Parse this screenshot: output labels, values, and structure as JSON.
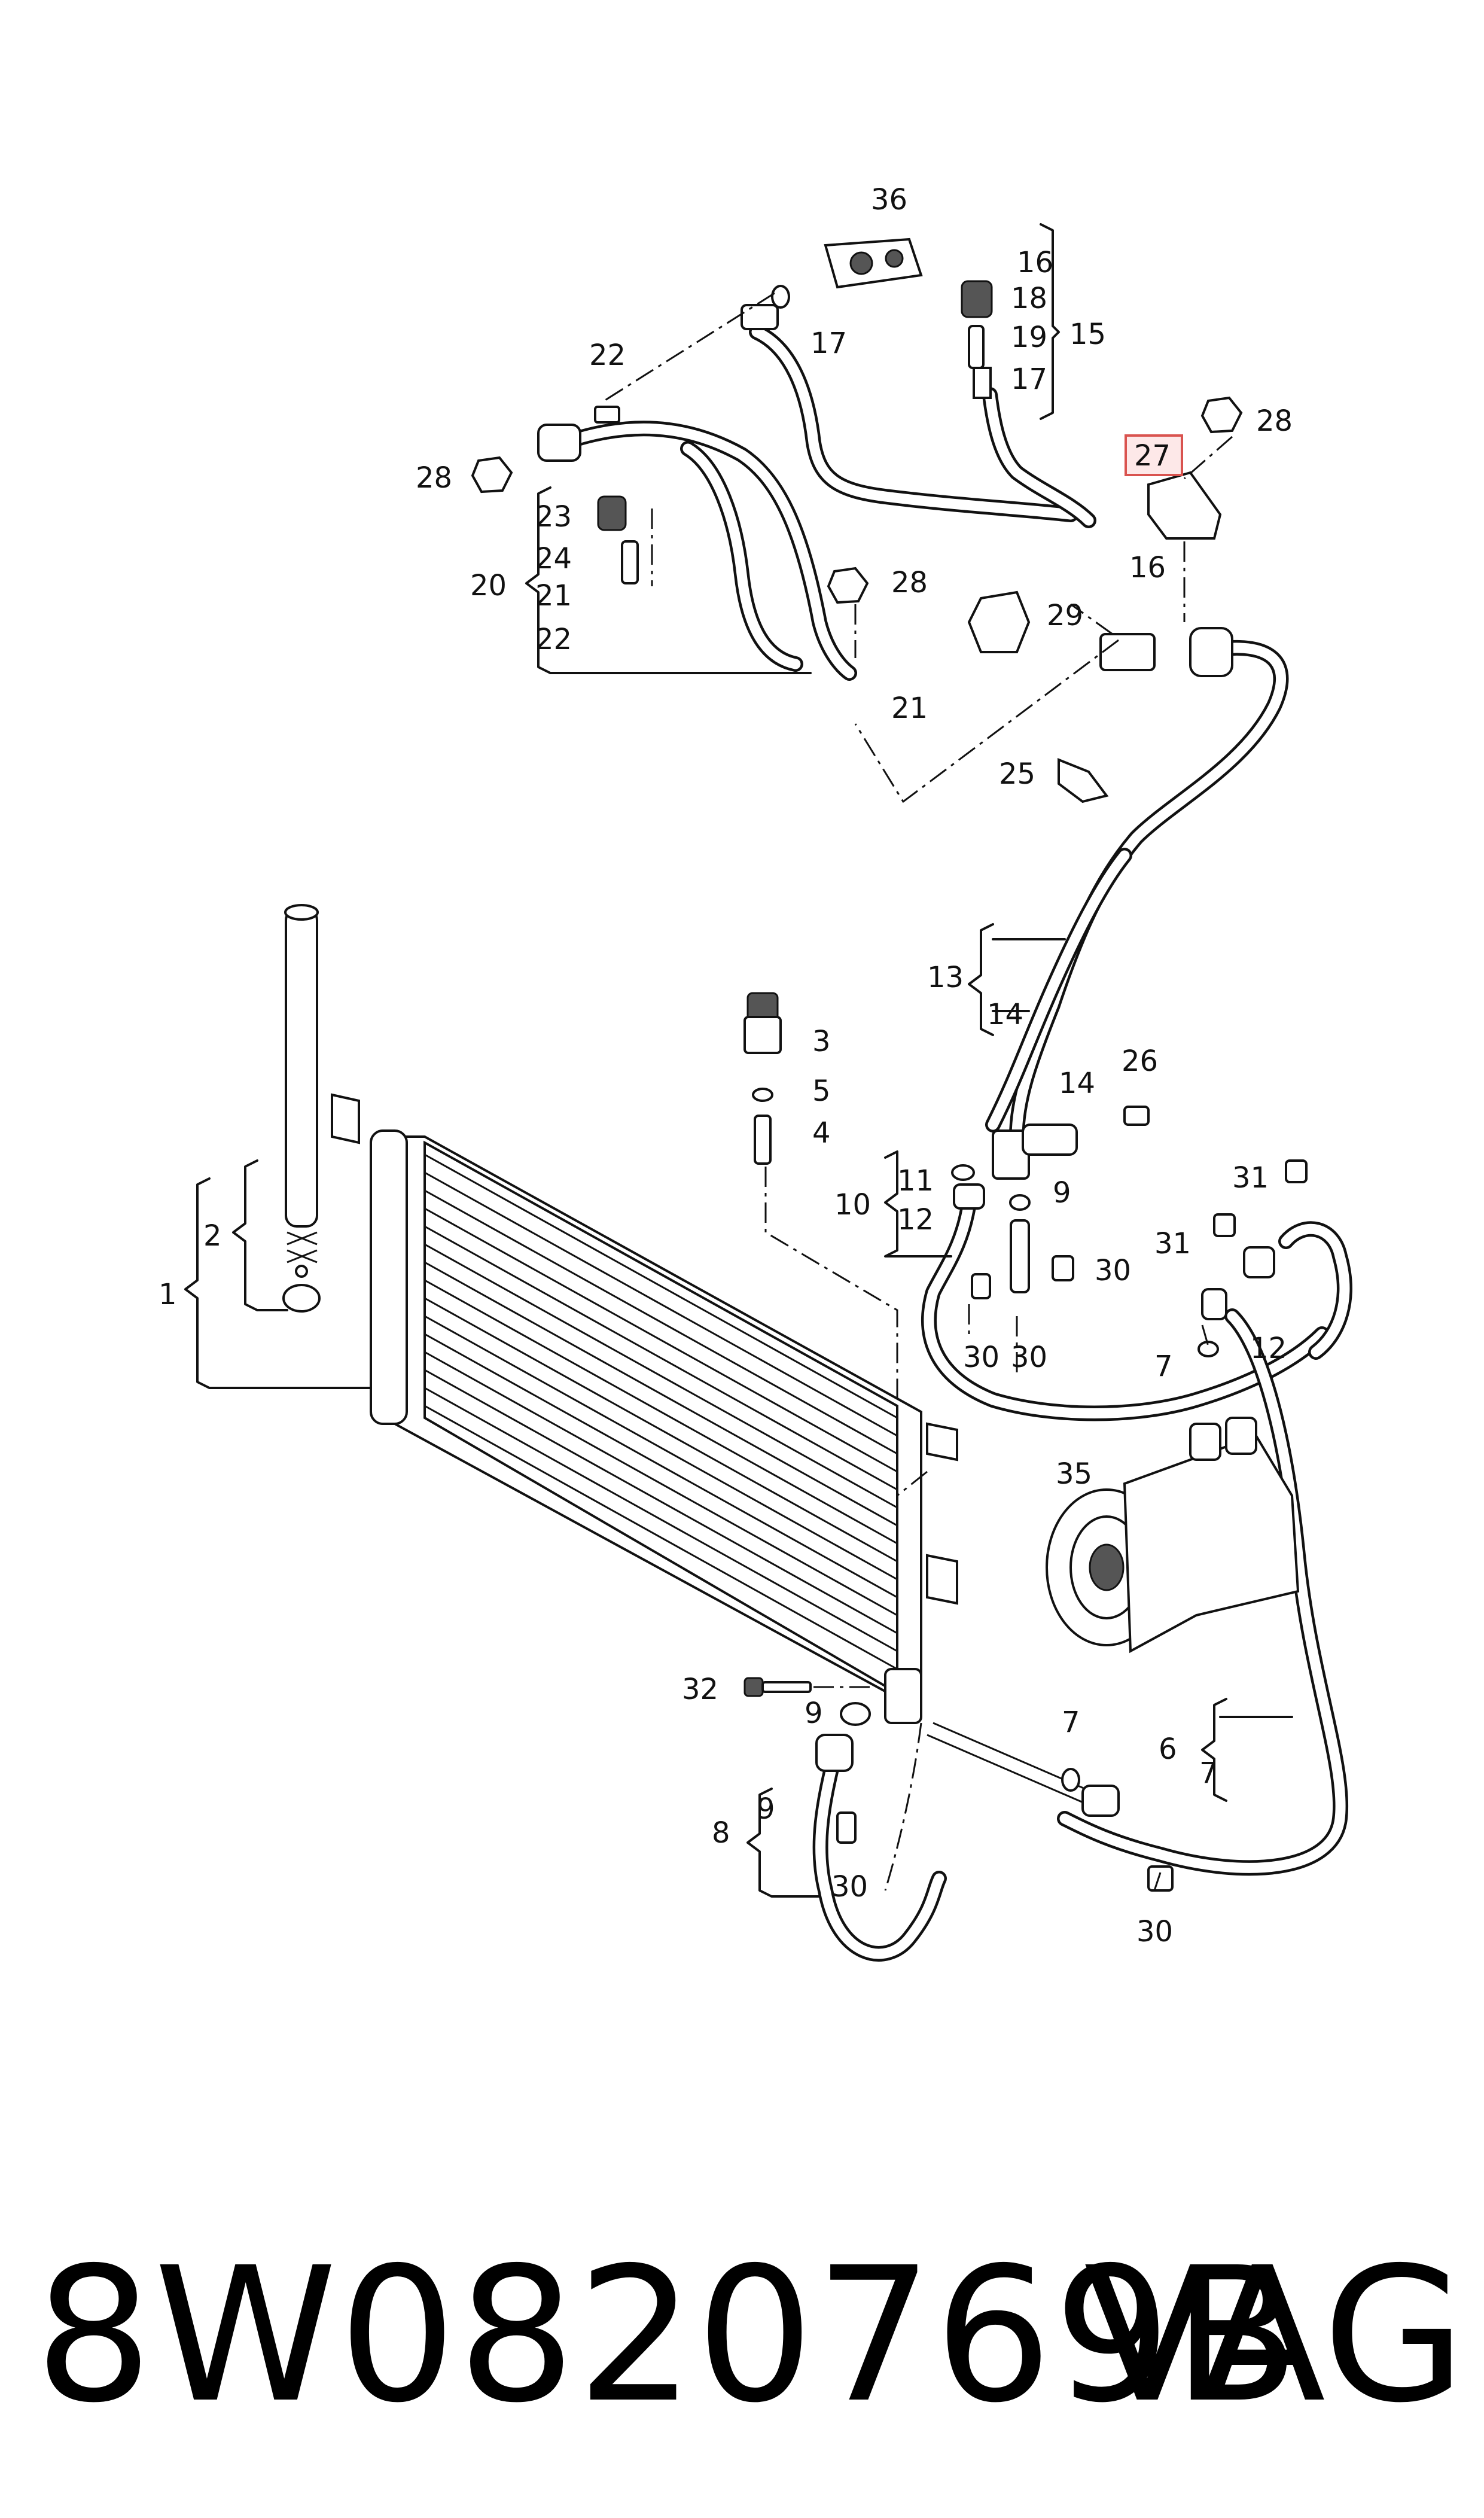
{
  "callouts": [
    {
      "id": "n36",
      "text": "36"
    },
    {
      "id": "n16a",
      "text": "16"
    },
    {
      "id": "n18",
      "text": "18"
    },
    {
      "id": "n15",
      "text": "15"
    },
    {
      "id": "n19",
      "text": "19"
    },
    {
      "id": "n17a",
      "text": "17"
    },
    {
      "id": "n17b",
      "text": "17"
    },
    {
      "id": "n22a",
      "text": "22"
    },
    {
      "id": "n28a",
      "text": "28"
    },
    {
      "id": "n27",
      "text": "27"
    },
    {
      "id": "n28b",
      "text": "28"
    },
    {
      "id": "n23",
      "text": "23"
    },
    {
      "id": "n24",
      "text": "24"
    },
    {
      "id": "n20",
      "text": "20"
    },
    {
      "id": "n21a",
      "text": "21"
    },
    {
      "id": "n22b",
      "text": "22"
    },
    {
      "id": "n28c",
      "text": "28"
    },
    {
      "id": "n16b",
      "text": "16"
    },
    {
      "id": "n29",
      "text": "29"
    },
    {
      "id": "n21b",
      "text": "21"
    },
    {
      "id": "n25",
      "text": "25"
    },
    {
      "id": "n13",
      "text": "13"
    },
    {
      "id": "n14a",
      "text": "14"
    },
    {
      "id": "n3",
      "text": "3"
    },
    {
      "id": "n5",
      "text": "5"
    },
    {
      "id": "n4",
      "text": "4"
    },
    {
      "id": "n14b",
      "text": "14"
    },
    {
      "id": "n26",
      "text": "26"
    },
    {
      "id": "n11",
      "text": "11"
    },
    {
      "id": "n9a",
      "text": "9"
    },
    {
      "id": "n10",
      "text": "10"
    },
    {
      "id": "n12a",
      "text": "12"
    },
    {
      "id": "n31a",
      "text": "31"
    },
    {
      "id": "n31b",
      "text": "31"
    },
    {
      "id": "n2",
      "text": "2"
    },
    {
      "id": "n1",
      "text": "1"
    },
    {
      "id": "n30a",
      "text": "30"
    },
    {
      "id": "n30b",
      "text": "30"
    },
    {
      "id": "n30c",
      "text": "30"
    },
    {
      "id": "n7a",
      "text": "7"
    },
    {
      "id": "n12b",
      "text": "12"
    },
    {
      "id": "n35",
      "text": "35"
    },
    {
      "id": "n32",
      "text": "32"
    },
    {
      "id": "n9b",
      "text": "9"
    },
    {
      "id": "n7b",
      "text": "7"
    },
    {
      "id": "n6",
      "text": "6"
    },
    {
      "id": "n7c",
      "text": "7"
    },
    {
      "id": "n9c",
      "text": "9"
    },
    {
      "id": "n8",
      "text": "8"
    },
    {
      "id": "n30d",
      "text": "30"
    },
    {
      "id": "n30e",
      "text": "30"
    }
  ],
  "highlighted_callout": "27",
  "footer": {
    "part_number": "8W0820769B",
    "brand": "VAG"
  },
  "colors": {
    "line": "#111111",
    "highlight_border": "#d9534f",
    "highlight_fill": "#fde8e8",
    "background": "#ffffff"
  }
}
